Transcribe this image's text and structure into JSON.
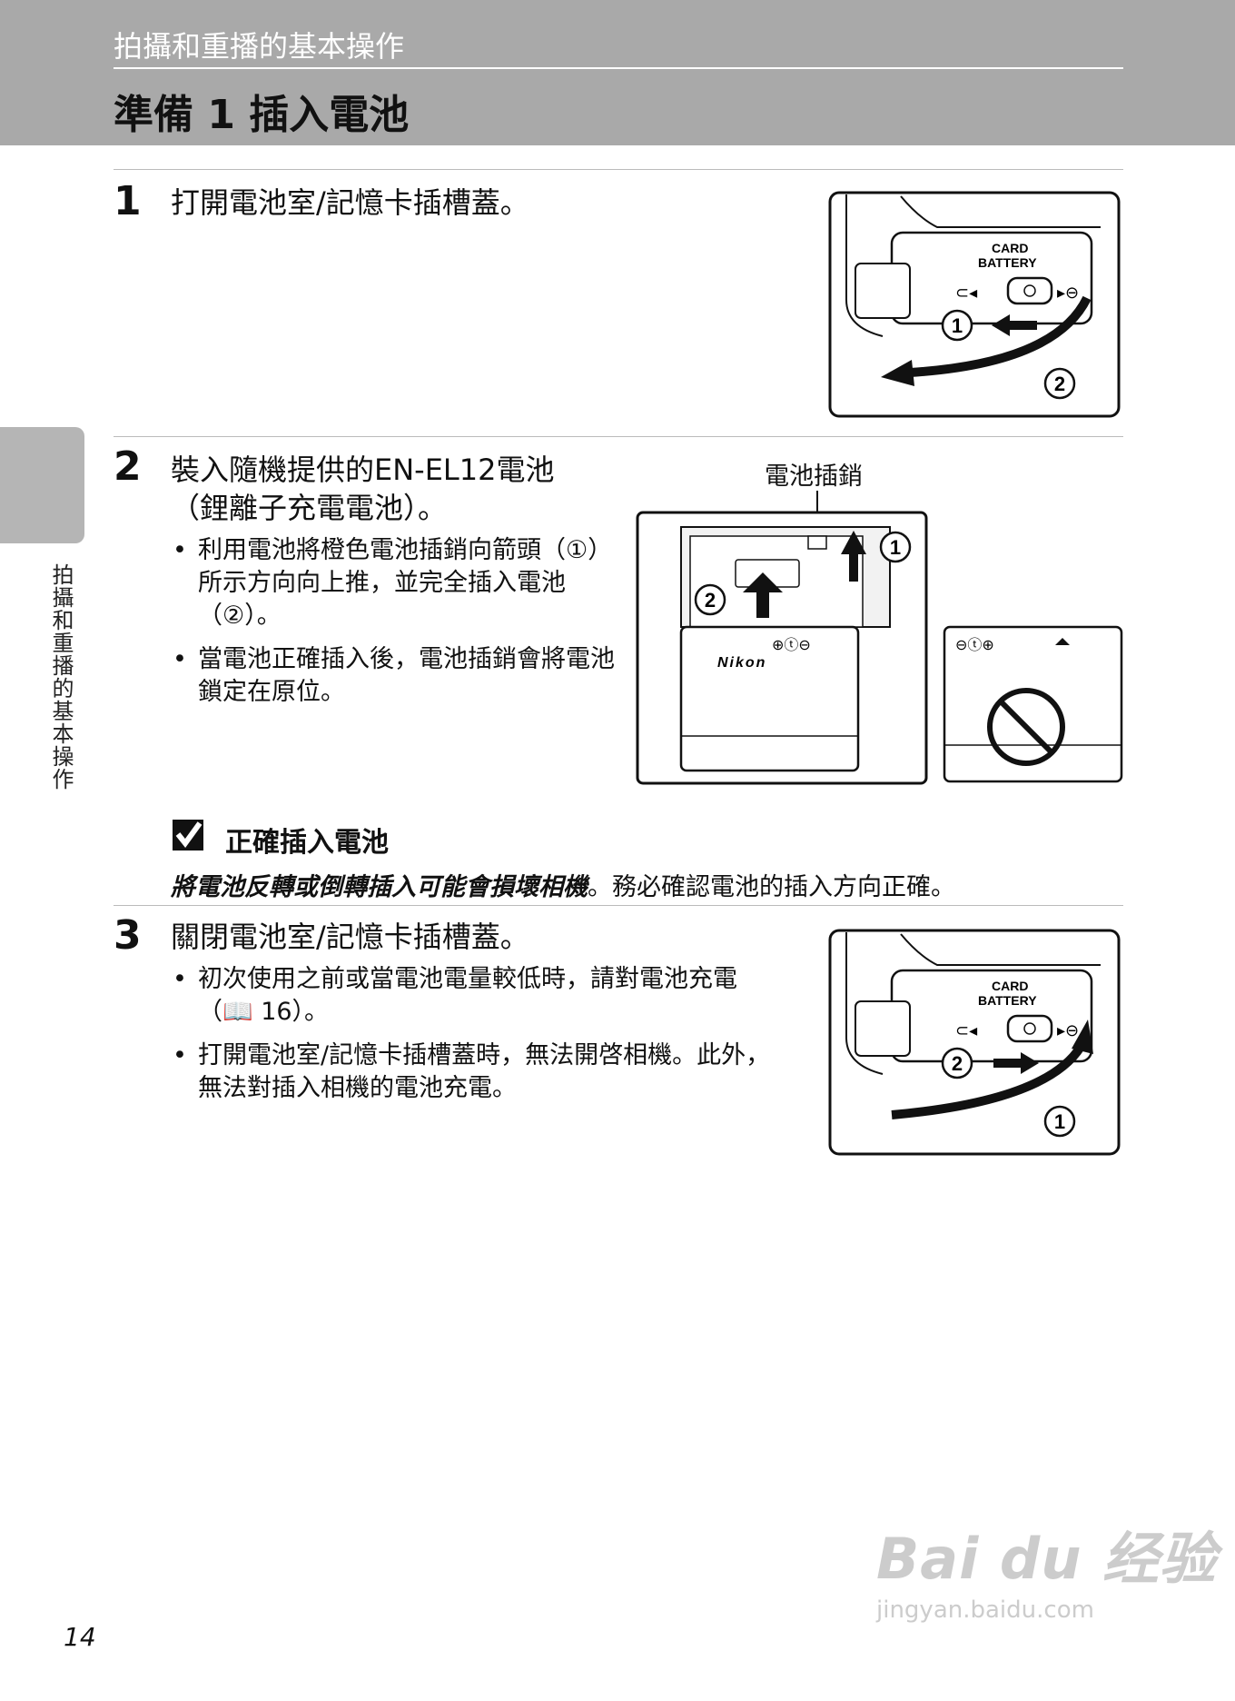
{
  "header": {
    "section": "拍攝和重播的基本操作",
    "title": "準備 1 插入電池"
  },
  "side_tab": "拍攝和重播的基本操作",
  "steps": [
    {
      "num": "1",
      "title": "打開電池室/記憶卡插槽蓋。"
    },
    {
      "num": "2",
      "title_line1": "裝入隨機提供的EN-EL12電池",
      "title_line2": "（鋰離子充電電池）。",
      "bullets": [
        "利用電池將橙色電池插銷向箭頭（①）所示方向向上推，並完全插入電池（②）。",
        "當電池正確插入後，電池插銷會將電池鎖定在原位。"
      ]
    },
    {
      "num": "3",
      "title": "關閉電池室/記憶卡插槽蓋。",
      "bullets": [
        "初次使用之前或當電池電量較低時，請對電池充電（📖 16）。",
        "打開電池室/記憶卡插槽蓋時，無法開啓相機。此外，無法對插入相機的電池充電。"
      ]
    }
  ],
  "note": {
    "title": "正確插入電池",
    "bold_text": "將電池反轉或倒轉插入可能會損壞相機",
    "text": "。務必確認電池的插入方向正確。"
  },
  "illustrations": {
    "cover_label_1": "CARD",
    "cover_label_2": "BATTERY",
    "latch_label": "電池插銷",
    "battery_brand": "Nikon",
    "circle_1": "1",
    "circle_2": "2",
    "terminals": "⊕ⓣ⊖",
    "terminals_reversed": "⊖ⓣ⊕"
  },
  "page_number": "14",
  "watermark": {
    "line1": "Bai du 经验",
    "line2": "jingyan.baidu.com"
  }
}
